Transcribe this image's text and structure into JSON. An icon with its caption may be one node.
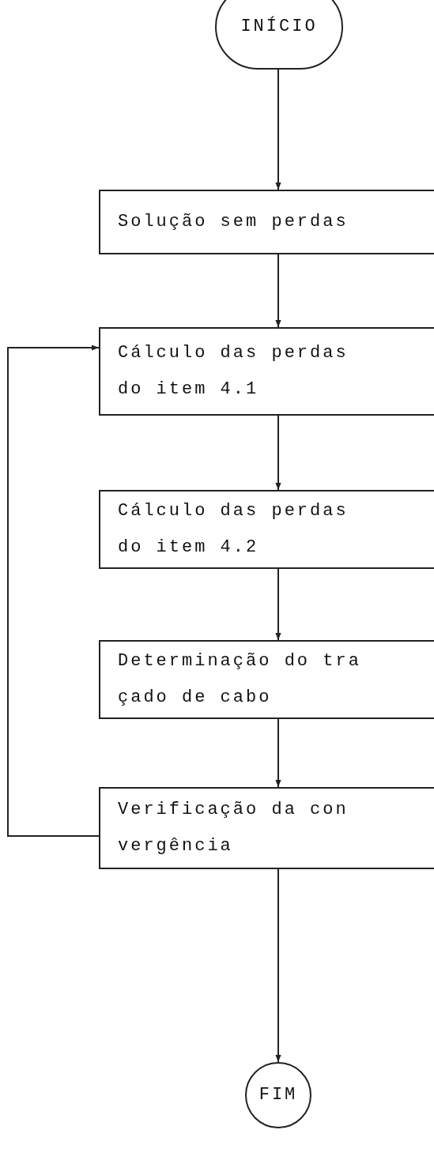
{
  "diagram": {
    "nodes": [
      {
        "text": [
          "INÍCIO"
        ]
      },
      {
        "text": [
          "Solução sem perdas"
        ]
      },
      {
        "text": [
          "Cálculo das perdas do item 4.1"
        ]
      },
      {
        "text": [
          "Cálculo das perdas do item 4.2"
        ]
      },
      {
        "text": [
          "Determinação do tra çado de cabo"
        ]
      },
      {
        "text": [
          "Verificação da con vergência"
        ]
      },
      {
        "text": [
          "FIM"
        ]
      }
    ],
    "edges": [
      {
        "from": 0,
        "to": 1,
        "arrow": "to"
      },
      {
        "from": 1,
        "to": 2,
        "arrow": "to"
      },
      {
        "from": 2,
        "to": 3,
        "arrow": "to"
      },
      {
        "from": 3,
        "to": 4,
        "arrow": "to"
      },
      {
        "from": 4,
        "to": 5,
        "arrow": "to"
      },
      {
        "from": 5,
        "to": 2,
        "arrow": "to"
      },
      {
        "from": 5,
        "to": 6,
        "arrow": "to"
      }
    ]
  }
}
